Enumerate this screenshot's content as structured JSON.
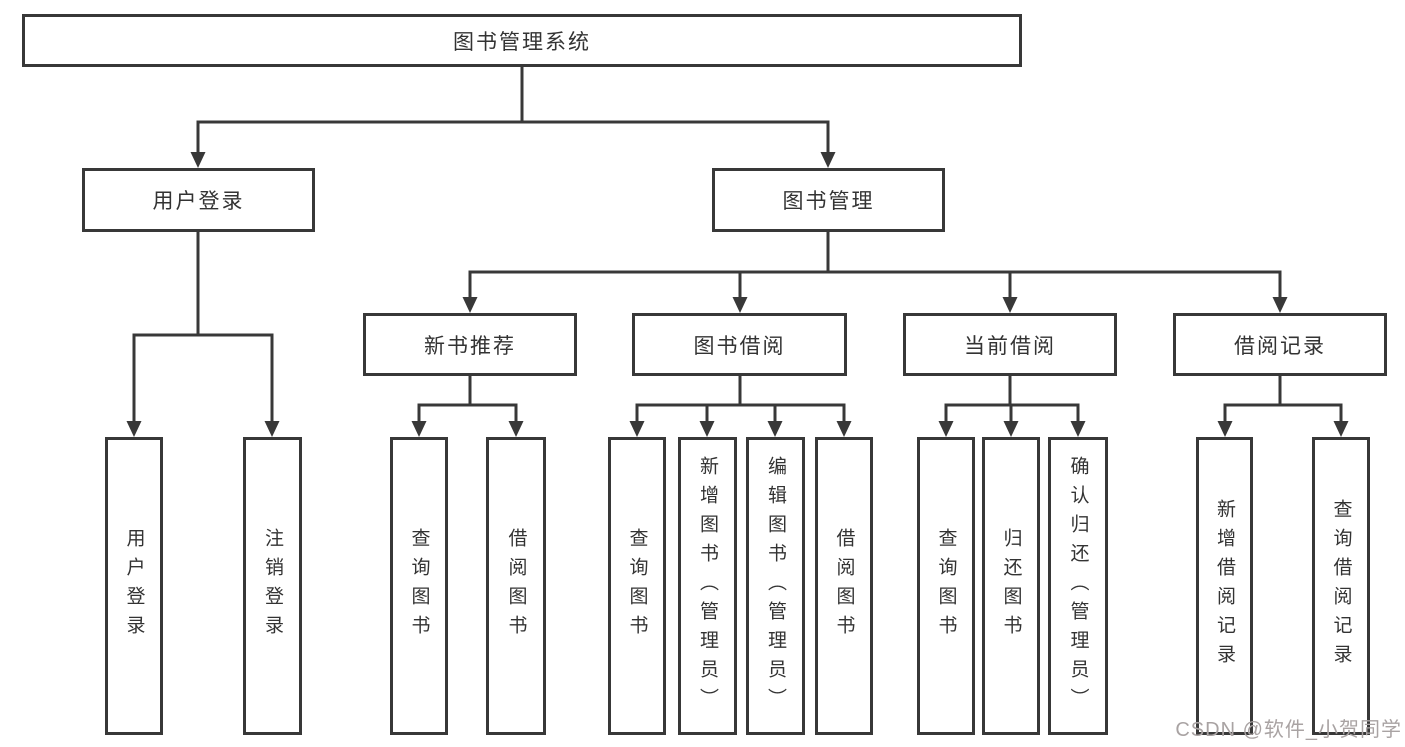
{
  "tree": {
    "root": "图书管理系统",
    "children": [
      {
        "label": "用户登录",
        "children": [
          "用户登录",
          "注销登录"
        ]
      },
      {
        "label": "图书管理",
        "children": [
          {
            "label": "新书推荐",
            "children": [
              "查询图书",
              "借阅图书"
            ]
          },
          {
            "label": "图书借阅",
            "children": [
              "查询图书",
              "新增图书（管理员）",
              "编辑图书（管理员）",
              "借阅图书"
            ]
          },
          {
            "label": "当前借阅",
            "children": [
              "查询图书",
              "归还图书",
              "确认归还（管理员）"
            ]
          },
          {
            "label": "借阅记录",
            "children": [
              "新增借阅记录",
              "查询借阅记录"
            ]
          }
        ]
      }
    ]
  },
  "watermark": {
    "text": "CSDN @软件_小贺同学"
  },
  "colors": {
    "line": "#383838",
    "box_border": "#383838",
    "text": "#333333",
    "watermark": "#a9a3a3",
    "background": "#ffffff"
  }
}
